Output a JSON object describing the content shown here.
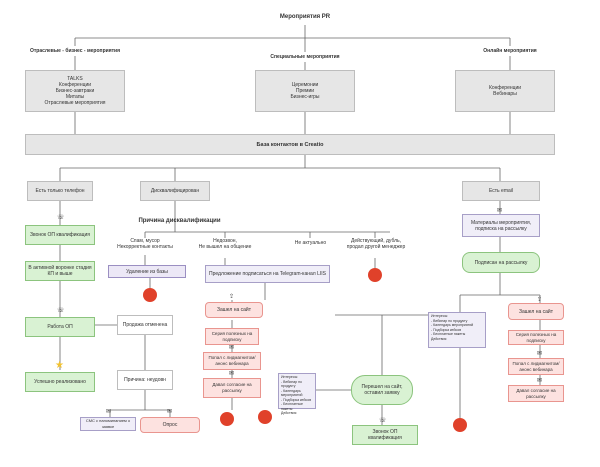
{
  "title": "Мероприятия PR",
  "categories": {
    "industry": "Отраслевые - бизнес - мероприятия",
    "special": "Специальные мероприятия",
    "online": "Онлайн мероприятия"
  },
  "boxes": {
    "industry_list": "TALKS\nКонференции\nБизнес-завтраки\nМитапы\nОтраслевые мероприятия",
    "special_list": "Церемонии\nПремии\nБизнес-игры",
    "online_list": "Конференции\nВебинары",
    "crm": "База контактов в Creatio",
    "phone_only": "Есть только телефон",
    "disqualified": "Дисквалифицирован",
    "email_only": "Есть email",
    "call_qual": "Звонок ОП квалификация",
    "active_funnel": "В активной воронке стадия КП и выше",
    "op_work": "Работа ОП",
    "sale_cancel": "Продажа отменена",
    "success": "Успешно реализовано",
    "reason_unknown": "Причина: неудовн",
    "sms": "СМС с напоминанием о заявке",
    "survey": "Опрос",
    "delete": "Удаление из базы",
    "telegram": "Предложение подписаться на Telegram-канал LIIS",
    "materials": "Материалы мероприятия, подписка на рассылку",
    "subscribe": "Подписан на рассылку",
    "visit_left": "Зашел на сайт",
    "visit_right": "Зашел на сайт",
    "l1": "Серия полезных на подписку",
    "l2": "Попал с лидмагнитом/ анонс вебинара",
    "l3": "Давал согласие на рассылку",
    "r1": "Серия полезных на подписку",
    "r2": "Попал с лидмагнитом/ анонс вебинара",
    "r3": "Давал согласие на рассылку",
    "went_site": "Перешел на сайт, оставил заявку",
    "call_qual2": "Звонок ОП квалификация"
  },
  "disq": {
    "title": "Причина дисквалификации",
    "spam": "Спам, мусор\nНекорректные контакты",
    "not_ready": "Недозвон,\nНе вышел на общение",
    "irrelevant": "Не актуально",
    "existing": "Действующий, дубль, продал другой менеджер"
  },
  "notes": {
    "center": "Интересы:\n- Вебинар по продукту\n- Календарь мероприятий\n- Подборка кейсов\n- Бесплатные пакеты\nДействия",
    "right": "Интересы:\n- Вебинар по продукту\n- Календарь мероприятий\n- Подборка кейсов\n- Бесплатные пакеты\nДействия"
  },
  "colors": {
    "red_dot": "#e0412a",
    "star": "#f2c230"
  }
}
